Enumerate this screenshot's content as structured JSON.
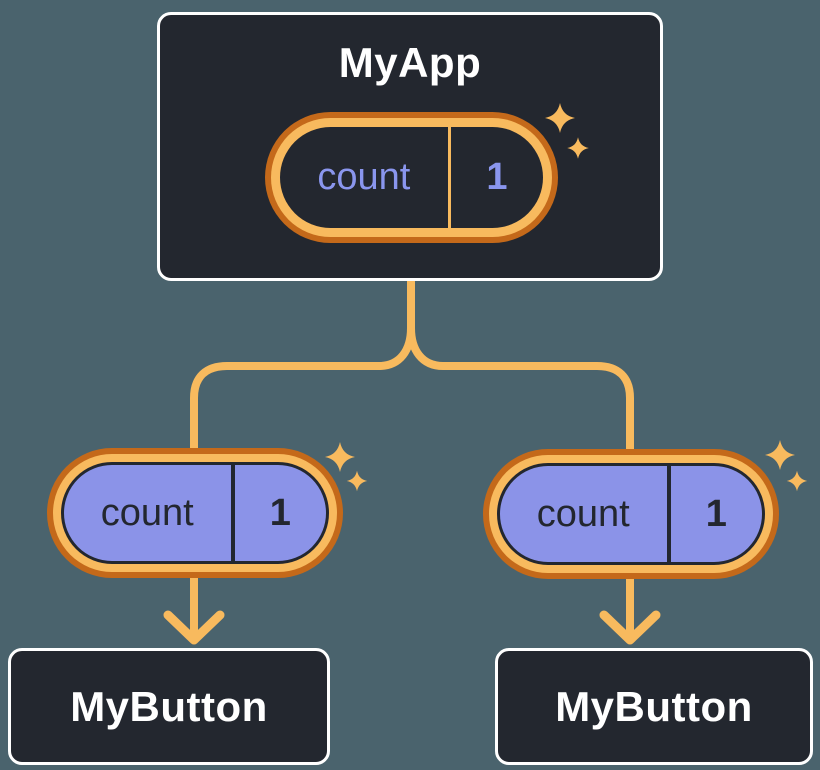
{
  "diagram": {
    "root": {
      "title": "MyApp",
      "state_pill": {
        "label": "count",
        "value": "1"
      }
    },
    "children": [
      {
        "title": "MyButton",
        "prop_pill": {
          "label": "count",
          "value": "1"
        }
      },
      {
        "title": "MyButton",
        "prop_pill": {
          "label": "count",
          "value": "1"
        }
      }
    ]
  },
  "icons": {
    "sparkle": "four-point-star"
  },
  "colors": {
    "background": "#4A636D",
    "node_fill": "#23272F",
    "node_border": "#FFFFFF",
    "node_title_text": "#FFFFFF",
    "accent_orange": "#F8BA5E",
    "accent_orange_dark": "#C4691A",
    "state_pill_text": "#8A96EE",
    "prop_pill_fill": "#8B93E8",
    "prop_pill_text": "#23272F"
  }
}
